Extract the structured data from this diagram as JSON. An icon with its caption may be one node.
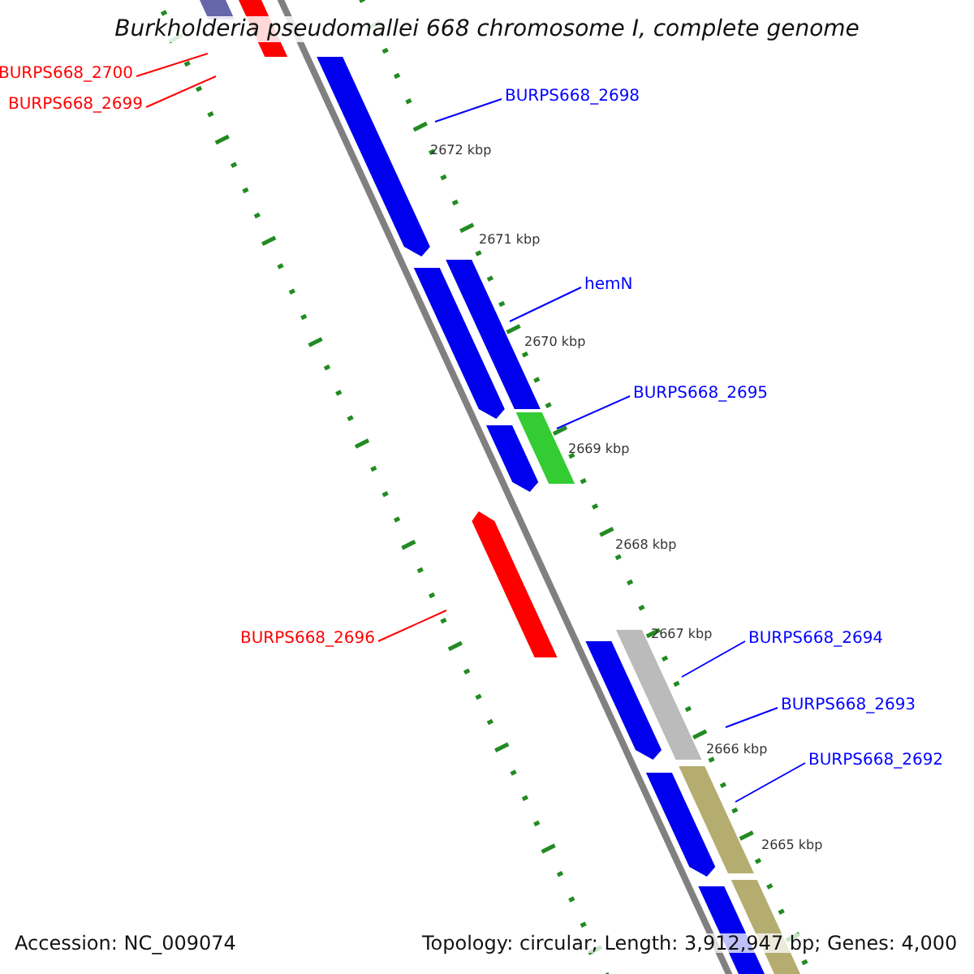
{
  "diagram": {
    "title": "Burkholderia pseudomallei 668 chromosome I, complete genome",
    "nodes": [
      {
        "text": [
          "BURPS668_2700"
        ]
      },
      {
        "text": [
          "BURPS668_2699"
        ]
      },
      {
        "text": [
          "BURPS668_2698"
        ]
      },
      {
        "text": [
          "hemN"
        ]
      },
      {
        "text": [
          "BURPS668_2695"
        ]
      },
      {
        "text": [
          "BURPS668_2696"
        ]
      },
      {
        "text": [
          "BURPS668_2694"
        ]
      },
      {
        "text": [
          "BURPS668_2693"
        ]
      },
      {
        "text": [
          "BURPS668_2692"
        ]
      }
    ],
    "edges": [
      {
        "from": 0,
        "to": null,
        "arrow": "none",
        "color": "#ff0000"
      },
      {
        "from": 1,
        "to": null,
        "arrow": "none",
        "color": "#ff0000"
      },
      {
        "from": 2,
        "to": null,
        "arrow": "none"
      },
      {
        "from": 3,
        "to": null,
        "arrow": "none"
      },
      {
        "from": 4,
        "to": null,
        "arrow": "none"
      },
      {
        "from": 5,
        "to": null,
        "arrow": "none",
        "color": "#ff0000"
      },
      {
        "from": 6,
        "to": null,
        "arrow": "none"
      },
      {
        "from": 7,
        "to": null,
        "arrow": "none"
      },
      {
        "from": 8,
        "to": null,
        "arrow": "none"
      }
    ],
    "labels": [
      "2672 kbp",
      "2671 kbp",
      "2670 kbp",
      "2669 kbp",
      "2668 kbp",
      "2667 kbp",
      "2666 kbp",
      "2665 kbp",
      "Accession: NC_009074",
      "Topology: circular; Length: 3,912,947 bp; Genes: 4,000"
    ]
  }
}
